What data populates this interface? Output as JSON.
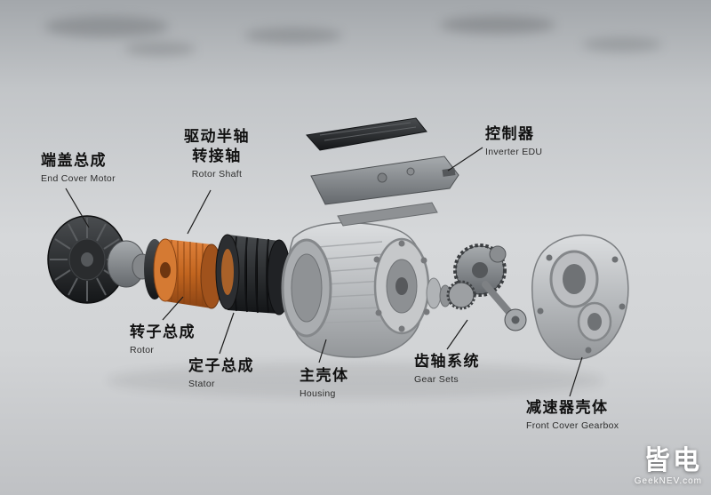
{
  "labels": {
    "end_cover": {
      "zh": "端盖总成",
      "en": "End Cover Motor"
    },
    "rotor_shaft": {
      "zh": "驱动半轴\n转接轴",
      "en": "Rotor Shaft"
    },
    "inverter": {
      "zh": "控制器",
      "en": "Inverter EDU"
    },
    "rotor": {
      "zh": "转子总成",
      "en": "Rotor"
    },
    "stator": {
      "zh": "定子总成",
      "en": "Stator"
    },
    "housing": {
      "zh": "主壳体",
      "en": "Housing"
    },
    "gear_sets": {
      "zh": "齿轴系统",
      "en": "Gear Sets"
    },
    "gearbox_cover": {
      "zh": "减速器壳体",
      "en": "Front Cover Gearbox"
    }
  },
  "watermark": {
    "brand": "皆电",
    "site": "GeekNEV.com"
  },
  "colors": {
    "copper": "#c96a2c",
    "metal_dark": "#2b2d30",
    "metal_light": "#c8cacd",
    "leader_line": "#1c1c1c"
  }
}
